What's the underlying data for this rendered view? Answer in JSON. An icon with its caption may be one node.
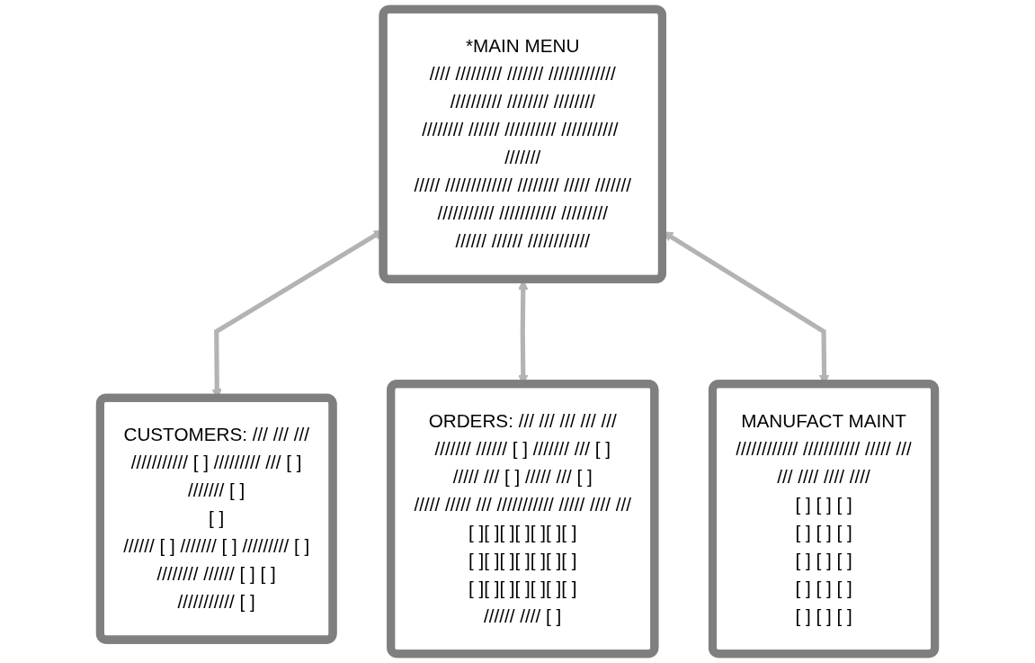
{
  "diagram": {
    "nodes": [
      {
        "text": [
          "*MAIN MENU",
          "//// ///////// /////// /////////////",
          "////////// //////// ////////",
          "//////// ////// ////////// /////////// ///////",
          "///// ///////////// //////// ///// ///////",
          "/////////// /////////// /////////",
          "////// ////// ////////////"
        ]
      },
      {
        "text": [
          "CUSTOMERS: /// /// ///",
          "/////////// [ ] ///////// /// [ ]",
          "/////// [ ]",
          "[ ]",
          "////// [ ] /////// [ ] ///////// [ ]",
          "//////// ////// [ ] [ ]",
          "/////////// [ ]"
        ]
      },
      {
        "text": [
          "ORDERS: /// /// /// /// ///",
          "/////// ////// [ ] /////// /// [ ]",
          "///// /// [ ] ///// /// [ ]",
          "///// ///// /// /////////// ///// //// ///",
          "[ ][ ][ ][ ][ ][ ][ ]",
          "[ ][ ][ ][ ][ ][ ][ ]",
          "[ ][ ][ ][ ][ ][ ][ ]",
          "////// //// [ ]"
        ]
      },
      {
        "text": [
          "MANUFACT MAINT",
          "//////////// /////////// ///// ///",
          "/// //// //// ////",
          "[ ] [ ] [ ]",
          "[ ] [ ] [ ]",
          "[ ] [ ] [ ]",
          "[ ] [ ] [ ]",
          "[ ] [ ] [ ]"
        ]
      }
    ],
    "edges": [
      {
        "from": 0,
        "to": 1,
        "arrow": "both"
      },
      {
        "from": 0,
        "to": 2,
        "arrow": "both"
      },
      {
        "from": 0,
        "to": 3,
        "arrow": "both"
      }
    ]
  }
}
